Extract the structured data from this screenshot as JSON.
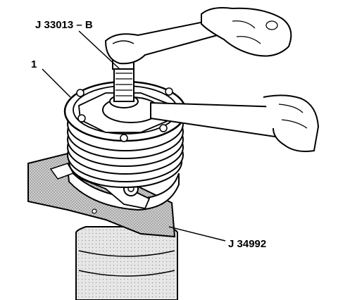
{
  "callouts": {
    "tool_top": "J 33013 – B",
    "item_1": "1",
    "tool_bottom": "J 34992"
  },
  "colors": {
    "ink": "#000000",
    "fixture_gray": "#b8b8b8",
    "hatch_gray": "#9a9a9a",
    "paper": "#ffffff"
  }
}
